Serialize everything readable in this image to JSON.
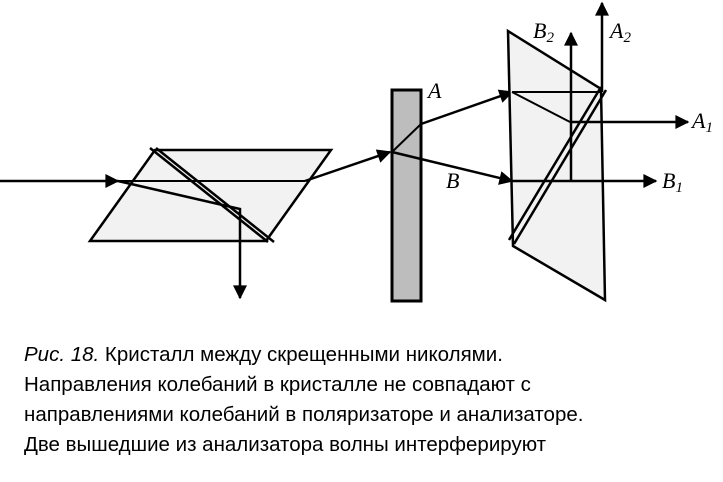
{
  "labels": {
    "A": "A",
    "B": "B",
    "A1": "A",
    "A1_sub": "1",
    "B1": "B",
    "B1_sub": "1",
    "A2": "A",
    "A2_sub": "2",
    "B2": "B",
    "B2_sub": "2"
  },
  "caption": {
    "figure_label": "Рис. 18.",
    "line1_rest": " Кристалл между скрещенными николями.",
    "line2": "Направления колебаний в кристалле не совпадают с",
    "line3": "направлениями колебаний в поляризаторе и анализаторе.",
    "line4": "Две вышедшие из анализатора волны интерферируют"
  },
  "colors": {
    "prism_fill": "#f2f2f2",
    "crystal_fill": "#bdbdbd",
    "line": "#000000"
  }
}
